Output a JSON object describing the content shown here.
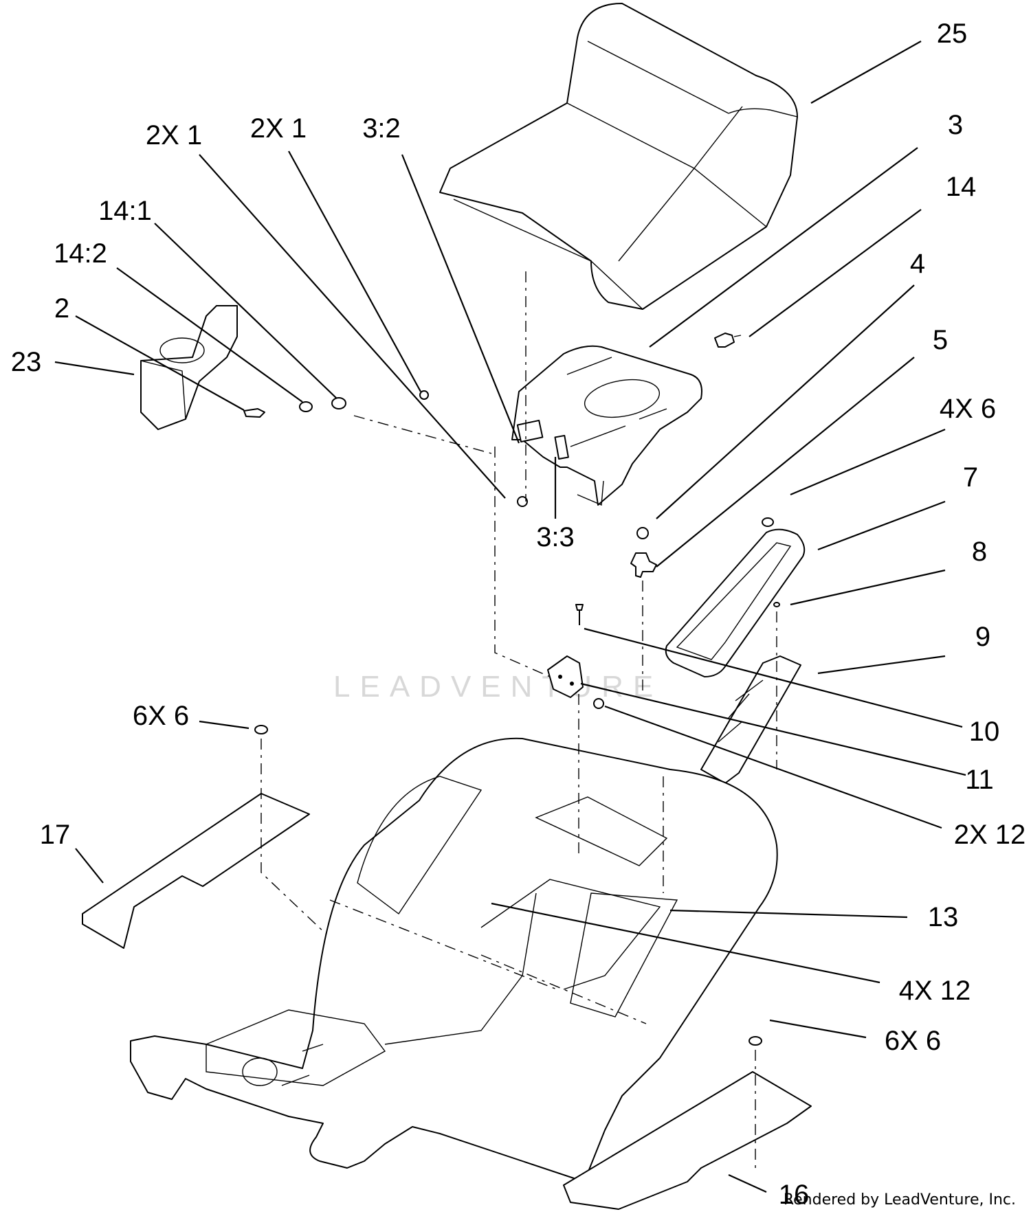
{
  "diagram": {
    "labels": [
      {
        "id": "l25",
        "text": "25"
      },
      {
        "id": "l3",
        "text": "3"
      },
      {
        "id": "l14",
        "text": "14"
      },
      {
        "id": "l4",
        "text": "4"
      },
      {
        "id": "l5",
        "text": "5"
      },
      {
        "id": "l4x6",
        "text": "4X 6"
      },
      {
        "id": "l7",
        "text": "7"
      },
      {
        "id": "l8",
        "text": "8"
      },
      {
        "id": "l9",
        "text": "9"
      },
      {
        "id": "l10",
        "text": "10"
      },
      {
        "id": "l11",
        "text": "11"
      },
      {
        "id": "l2x12",
        "text": "2X 12"
      },
      {
        "id": "l13",
        "text": "13"
      },
      {
        "id": "l4x12",
        "text": "4X 12"
      },
      {
        "id": "l6x6b",
        "text": "6X 6"
      },
      {
        "id": "l16",
        "text": "16"
      },
      {
        "id": "l2x1a",
        "text": "2X 1"
      },
      {
        "id": "l2x1b",
        "text": "2X 1"
      },
      {
        "id": "l32",
        "text": "3:2"
      },
      {
        "id": "l141",
        "text": "14:1"
      },
      {
        "id": "l142",
        "text": "14:2"
      },
      {
        "id": "l2",
        "text": "2"
      },
      {
        "id": "l23",
        "text": "23"
      },
      {
        "id": "l33",
        "text": "3:3"
      },
      {
        "id": "l6x6a",
        "text": "6X 6"
      },
      {
        "id": "l17",
        "text": "17"
      }
    ]
  },
  "watermark": "LEADVENTURE",
  "credit": "Rendered by LeadVenture, Inc."
}
